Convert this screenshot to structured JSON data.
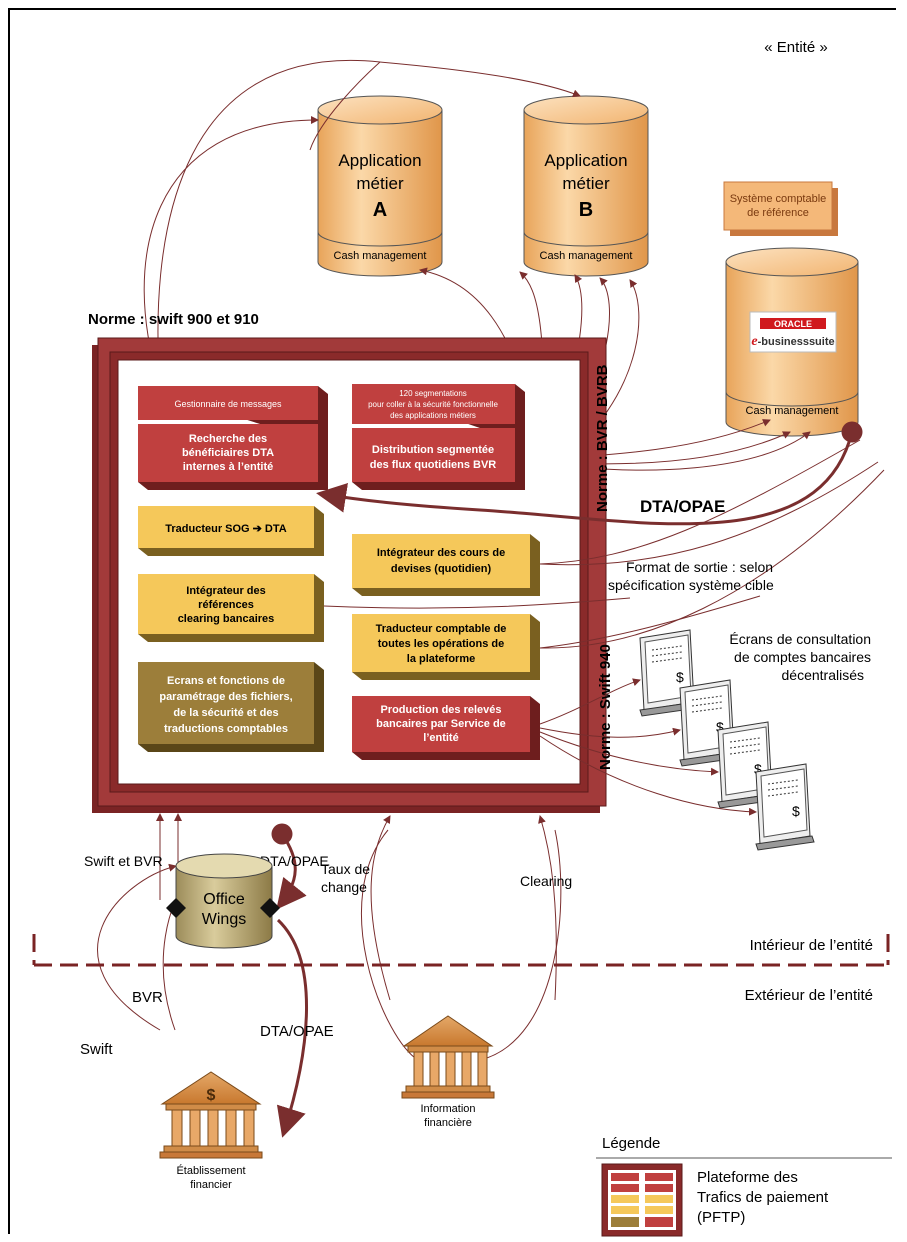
{
  "entity_label": "« Entité »",
  "app_a": {
    "title1": "Application",
    "title2": "métier",
    "letter": "A",
    "footer": "Cash management"
  },
  "app_b": {
    "title1": "Application",
    "title2": "métier",
    "letter": "B",
    "footer": "Cash management"
  },
  "ref_system": {
    "line1": "Système comptable",
    "line2": "de référence"
  },
  "oracle": {
    "brand": "ORACLE",
    "product_e": "e",
    "product_rest": "-businesssuite",
    "footer": "Cash management"
  },
  "labels": {
    "norme_swift_900": "Norme : swift 900 et 910",
    "norme_bvr": "Norme : BVR / BVRB",
    "dta_opae_main": "DTA/OPAE",
    "format_sortie_1": "Format de sortie : selon",
    "format_sortie_2": "spécification système cible",
    "ecrans_1": "Écrans de consultation",
    "ecrans_2": "de comptes bancaires",
    "ecrans_3": "décentralisés",
    "norme_swift_940": "Norme : Swift 940",
    "swift_bvr": "Swift et BVR",
    "dta_opae_left": "DTA/OPAE",
    "taux_1": "Taux de",
    "taux_2": "change",
    "clearing": "Clearing",
    "interieur": "Intérieur de l’entité",
    "exterieur": "Extérieur de l’entité",
    "bvr": "BVR",
    "swift": "Swift",
    "dta_opae_bottom": "DTA/OPAE",
    "office_1": "Office",
    "office_2": "Wings",
    "bank_symbol": "$",
    "etab_1": "Établissement",
    "etab_2": "financier",
    "info_1": "Information",
    "info_2": "financière",
    "legende": "Légende",
    "pftp_1": "Plateforme des",
    "pftp_2": "Trafics de paiement",
    "pftp_3": "(PFTP)"
  },
  "modules": {
    "gestionnaire": "Gestionnaire de messages",
    "recherche_1": "Recherche des",
    "recherche_2": "bénéficiaires DTA",
    "recherche_3": "internes à l’entité",
    "seg_1": "120 segmentations",
    "seg_2": "pour coller à la sécurité fonctionnelle",
    "seg_3": "des applications métiers",
    "distrib_1": "Distribution segmentée",
    "distrib_2": "des flux quotidiens BVR",
    "traducteur_sog": "Traducteur SOG ➔ DTA",
    "integ_cours_1": "Intégrateur des cours de",
    "integ_cours_2": "devises (quotidien)",
    "integ_ref_1": "Intégrateur des",
    "integ_ref_2": "références",
    "integ_ref_3": "clearing bancaires",
    "trad_compta_1": "Traducteur comptable de",
    "trad_compta_2": "toutes les opérations de",
    "trad_compta_3": "la plateforme",
    "ecrans_fn_1": "Ecrans et fonctions de",
    "ecrans_fn_2": "paramétrage des fichiers,",
    "ecrans_fn_3": "de la sécurité et des",
    "ecrans_fn_4": "traductions comptables",
    "prod_1": "Production des relevés",
    "prod_2": "bancaires par Service de",
    "prod_3": "l’entité"
  },
  "colors": {
    "frame": "#8B2A2A",
    "red_box": "#C0403F",
    "yellow_box": "#F5C85A",
    "olive_box": "#9C7E3A",
    "cylinder": "#F5C27A",
    "arrow": "#7A2E2E"
  },
  "icons": [
    "bank-icon",
    "monitor-icon",
    "database-icon"
  ]
}
